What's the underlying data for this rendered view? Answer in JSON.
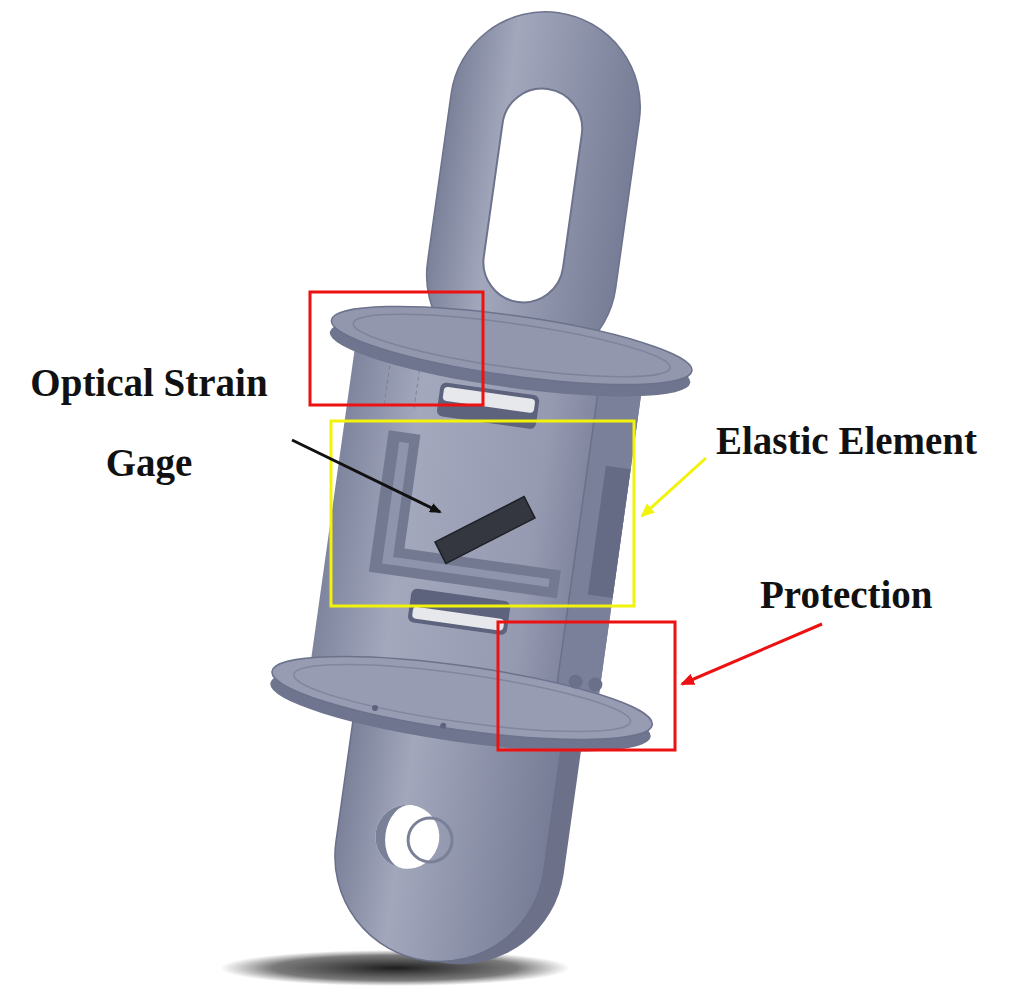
{
  "diagram": {
    "labels": [
      "Optical Strain Gage",
      "Elastic Element",
      "Protection"
    ]
  }
}
